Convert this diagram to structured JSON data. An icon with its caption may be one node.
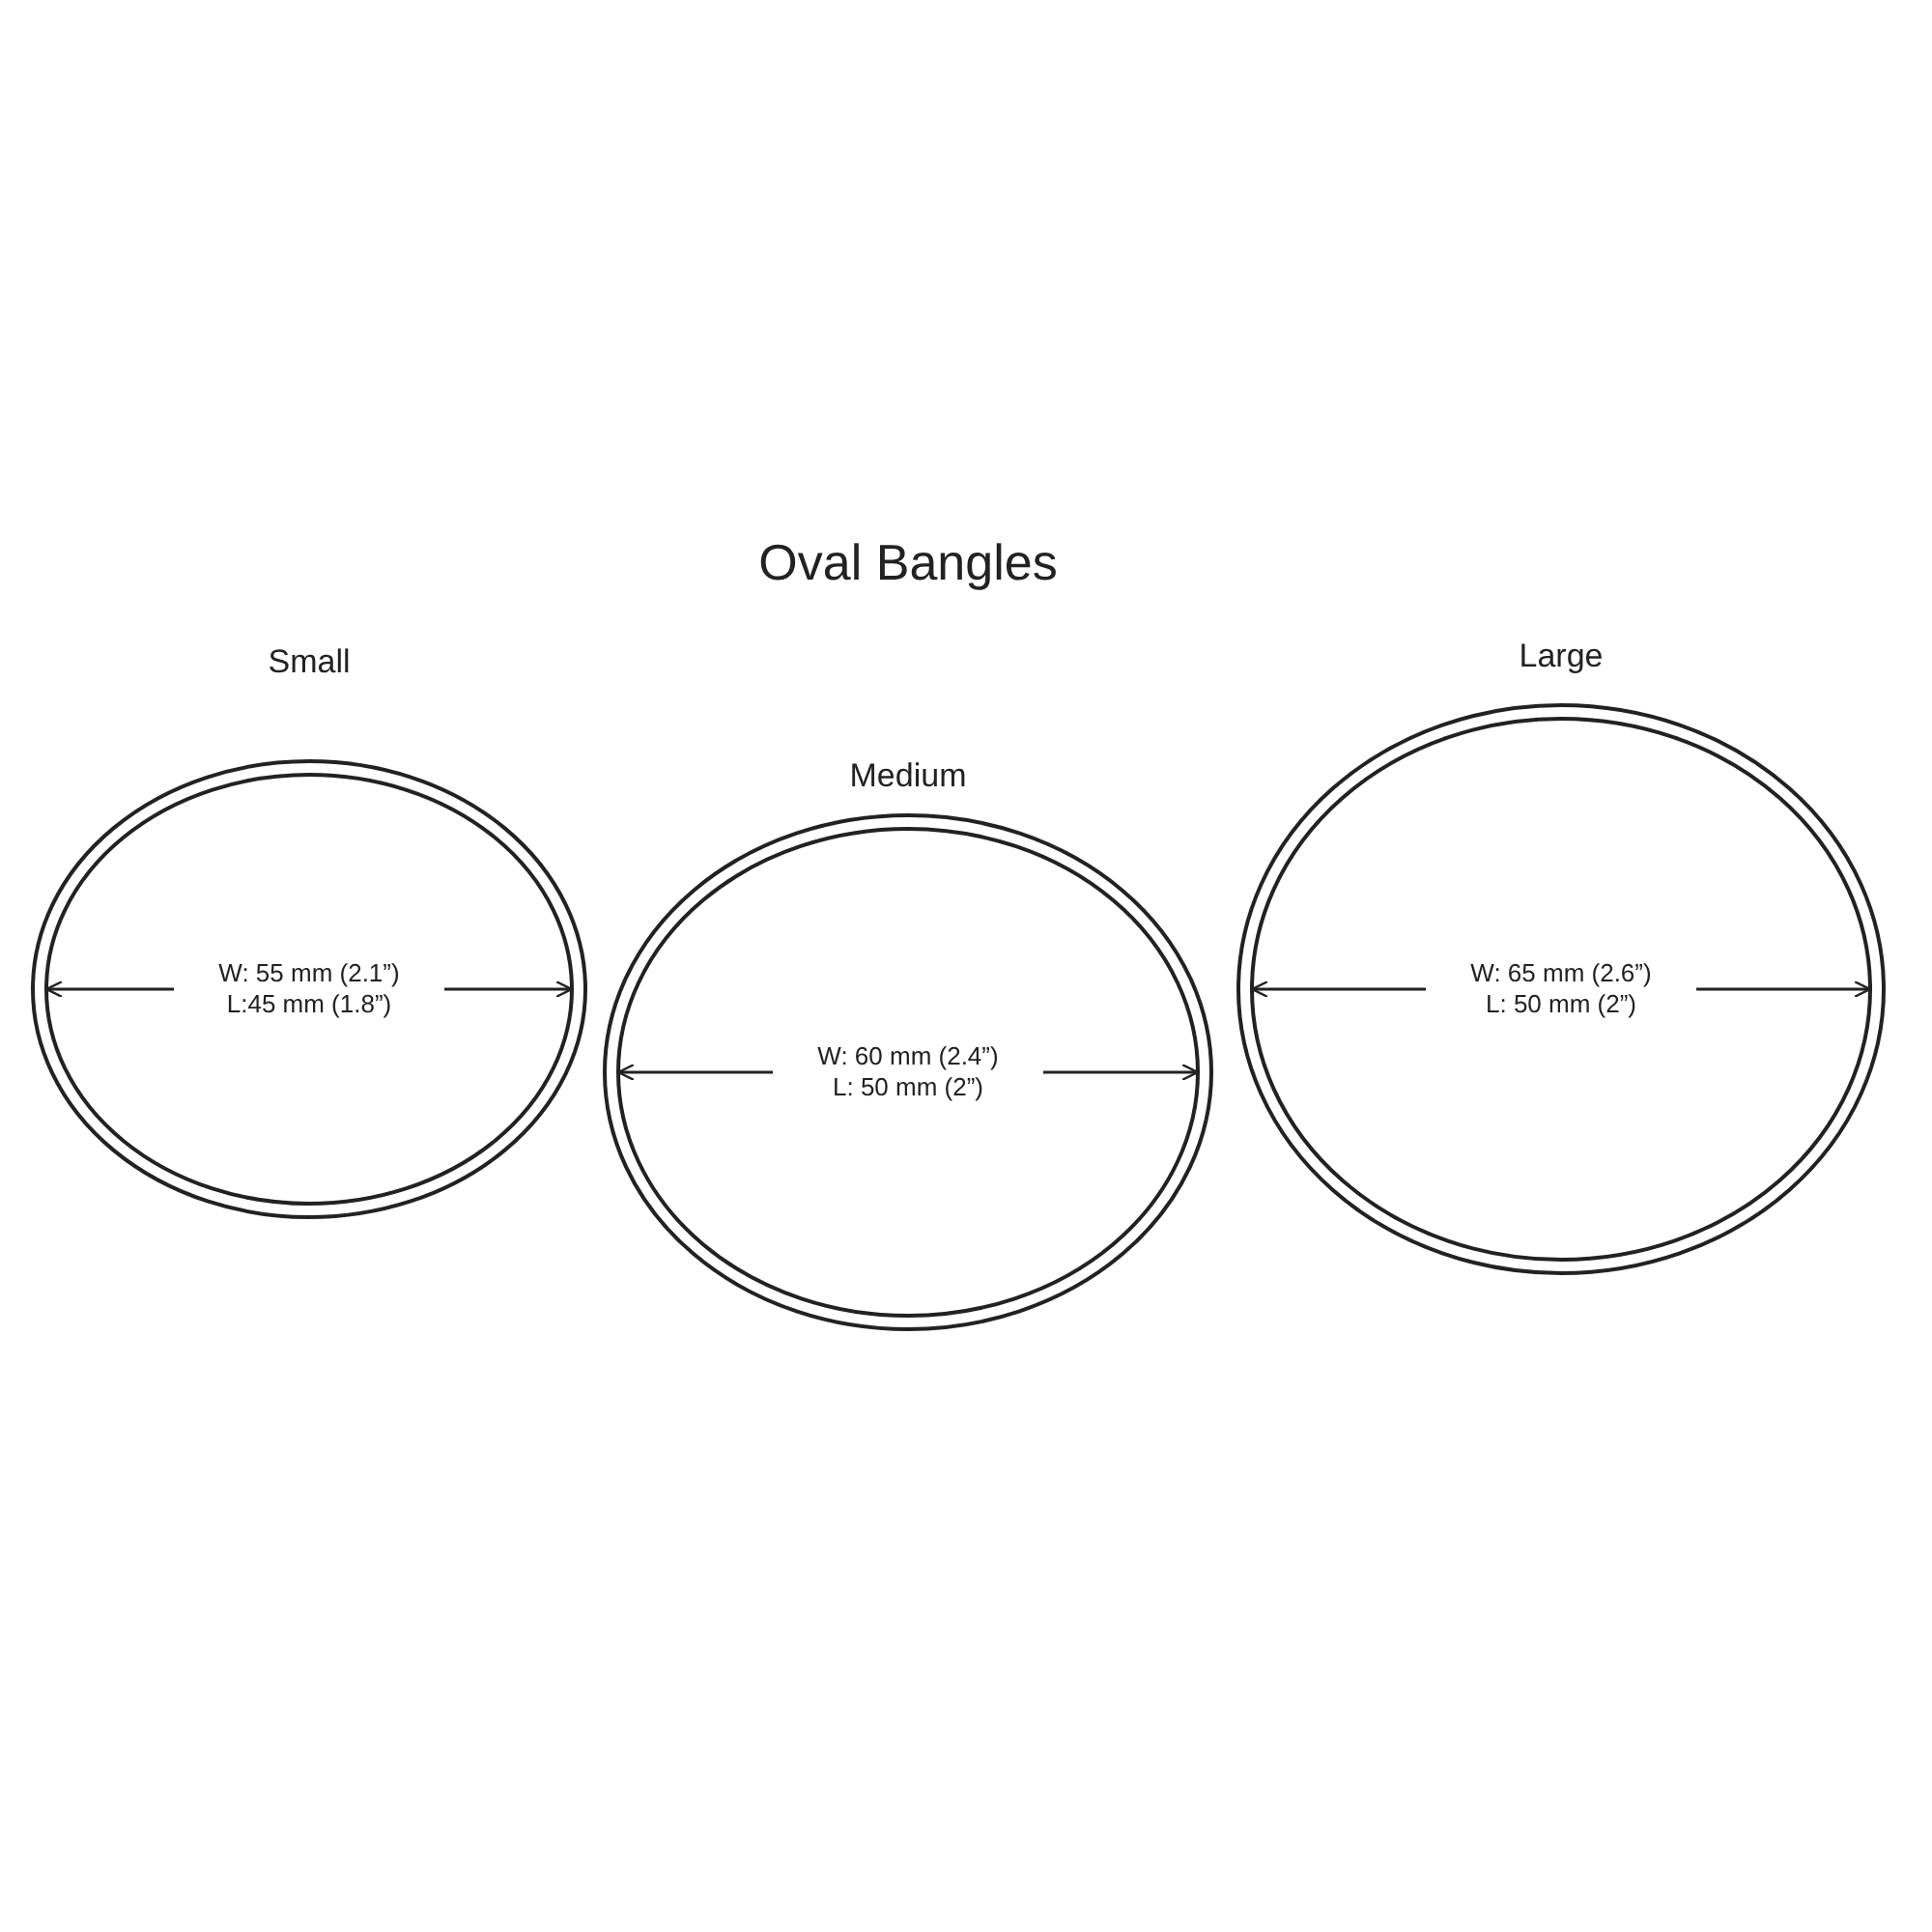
{
  "diagram": {
    "title": "Oval Bangles",
    "nodes": [
      {
        "text": [
          "Small",
          "W: 55 mm (2.1”)",
          "L:45 mm (1.8”)"
        ]
      },
      {
        "text": [
          "Medium",
          "W: 60 mm (2.4”)",
          "L: 50 mm (2”)"
        ]
      },
      {
        "text": [
          "Large",
          "W: 65 mm (2.6”)",
          "L: 50 mm (2”)"
        ]
      }
    ],
    "edges": []
  }
}
